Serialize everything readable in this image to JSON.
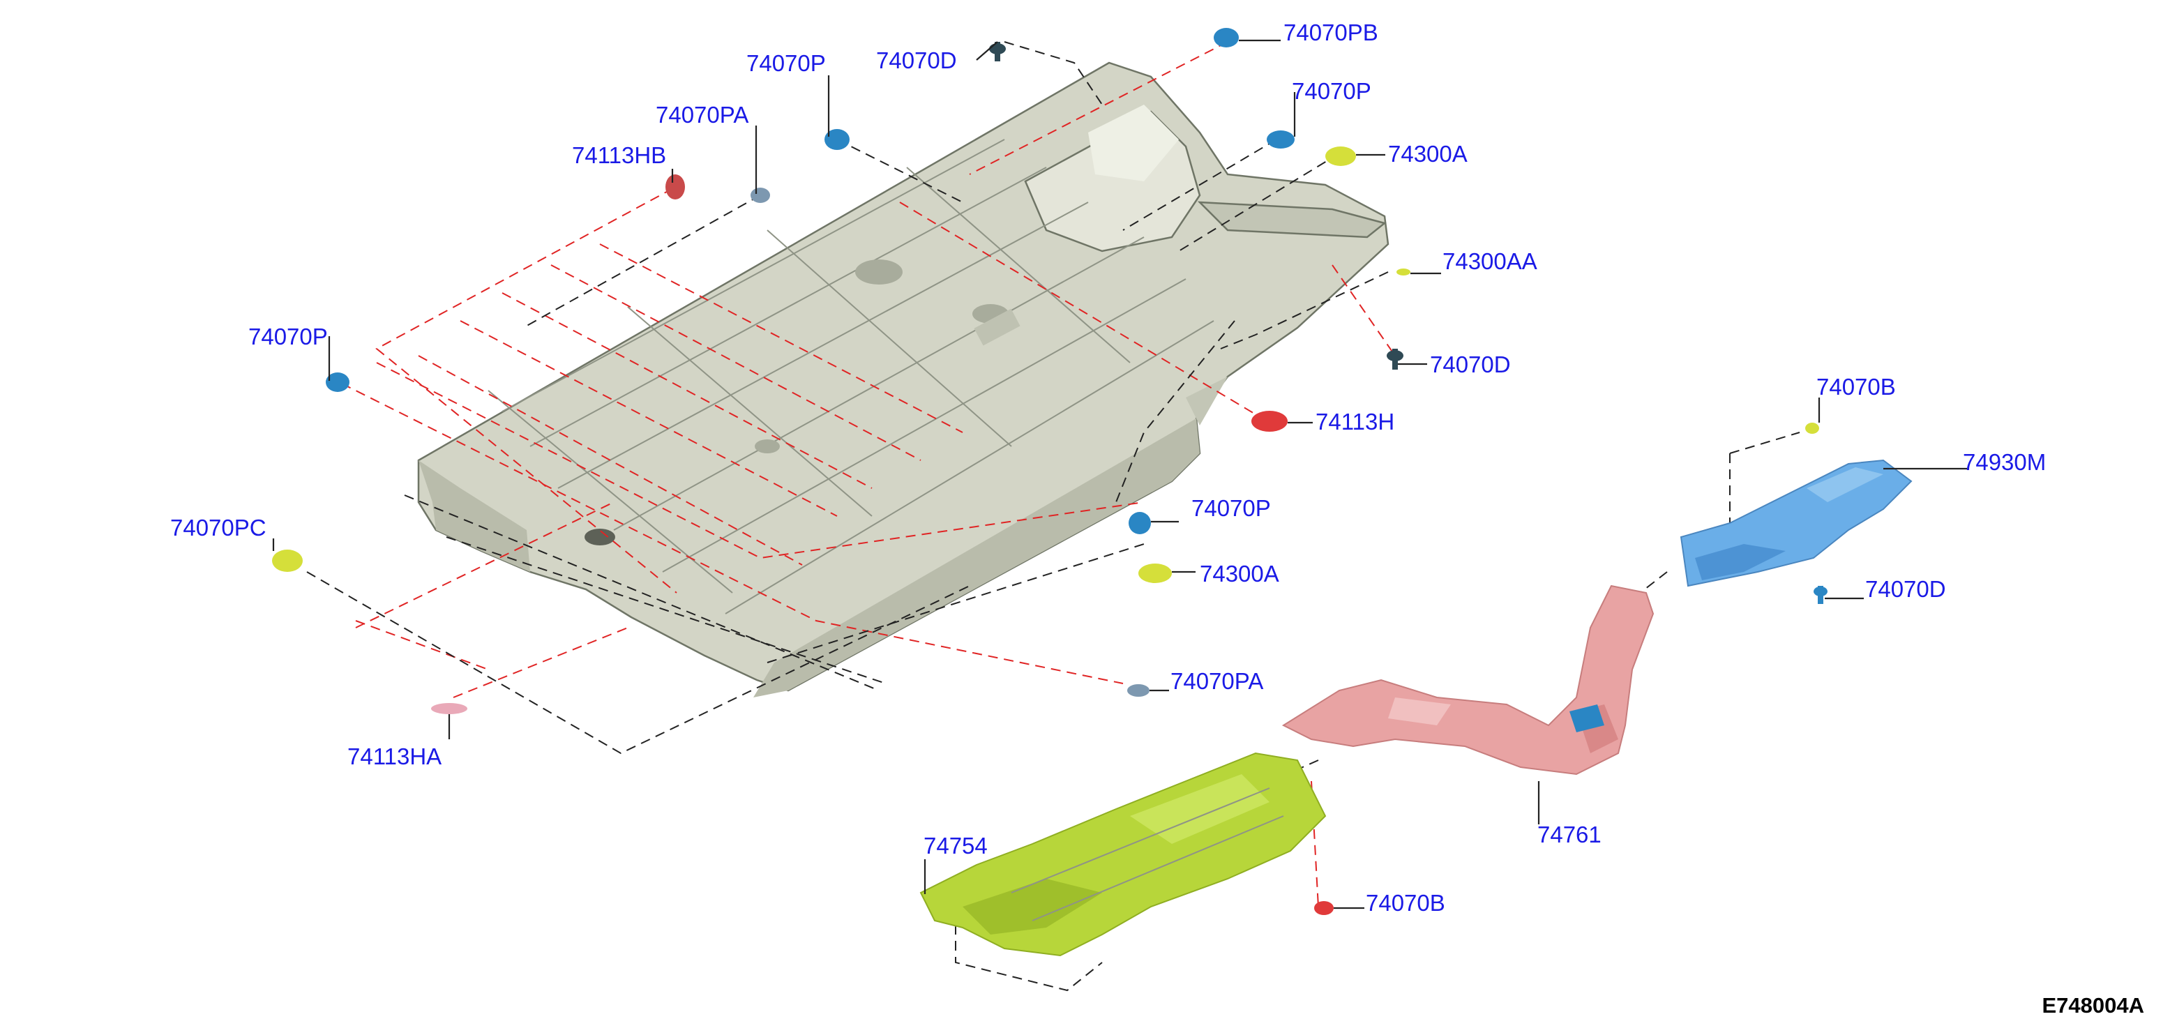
{
  "reference_code": "E748004A",
  "callouts": [
    {
      "id": "c1",
      "text": "74070PB"
    },
    {
      "id": "c2",
      "text": "74070D"
    },
    {
      "id": "c3",
      "text": "74070P"
    },
    {
      "id": "c4",
      "text": "74070PA"
    },
    {
      "id": "c5",
      "text": "74113HB"
    },
    {
      "id": "c6",
      "text": "74070P"
    },
    {
      "id": "c7",
      "text": "74300A"
    },
    {
      "id": "c8",
      "text": "74300AA"
    },
    {
      "id": "c9",
      "text": "74070D"
    },
    {
      "id": "c10",
      "text": "74070P"
    },
    {
      "id": "c11",
      "text": "74113H"
    },
    {
      "id": "c12",
      "text": "74070PC"
    },
    {
      "id": "c13",
      "text": "74070P"
    },
    {
      "id": "c14",
      "text": "74300A"
    },
    {
      "id": "c15",
      "text": "74070PA"
    },
    {
      "id": "c16",
      "text": "74113HA"
    },
    {
      "id": "c17",
      "text": "74070B"
    },
    {
      "id": "c18",
      "text": "74930M"
    },
    {
      "id": "c19",
      "text": "74070D"
    },
    {
      "id": "c20",
      "text": "74761"
    },
    {
      "id": "c21",
      "text": "74754"
    },
    {
      "id": "c22",
      "text": "74070B"
    }
  ],
  "part_colors": {
    "floor_panel": "#d3d5c6",
    "plug_blue": "#2a86c4",
    "plug_gray_blue": "#7d98b0",
    "plug_yellow": "#d5df3a",
    "plug_red": "#e03a3a",
    "plug_pink": "#e9a9b8",
    "clip_dark": "#2f4a55",
    "heat_shield_blue": "#6aaee8",
    "heat_shield_pink": "#e8a3a3",
    "heat_shield_green": "#b7d63a",
    "callout_text": "#1a1ae6",
    "leader_line": "#222222",
    "dashed_red": "#e02424"
  }
}
